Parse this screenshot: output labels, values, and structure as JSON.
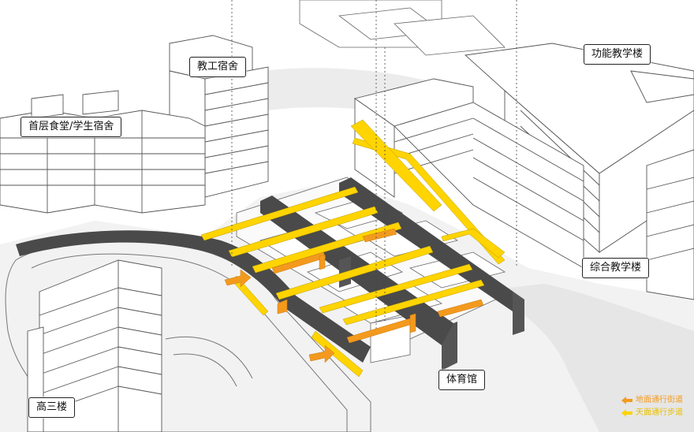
{
  "labels": {
    "staff_dorm": "教工宿舍",
    "function_building": "功能教学楼",
    "canteen_dorm": "首层食堂/学生宿舍",
    "comprehensive_building": "综合教学楼",
    "gymnasium": "体育馆",
    "senior_three": "高三楼"
  },
  "legend": {
    "ground_street": "地面通行街道",
    "sky_walkway": "天面通行步道"
  },
  "colors": {
    "ground_street": "#f39a1e",
    "sky_walkway": "#ffd400",
    "dark_road": "#4a4a4a",
    "line": "#555555"
  }
}
